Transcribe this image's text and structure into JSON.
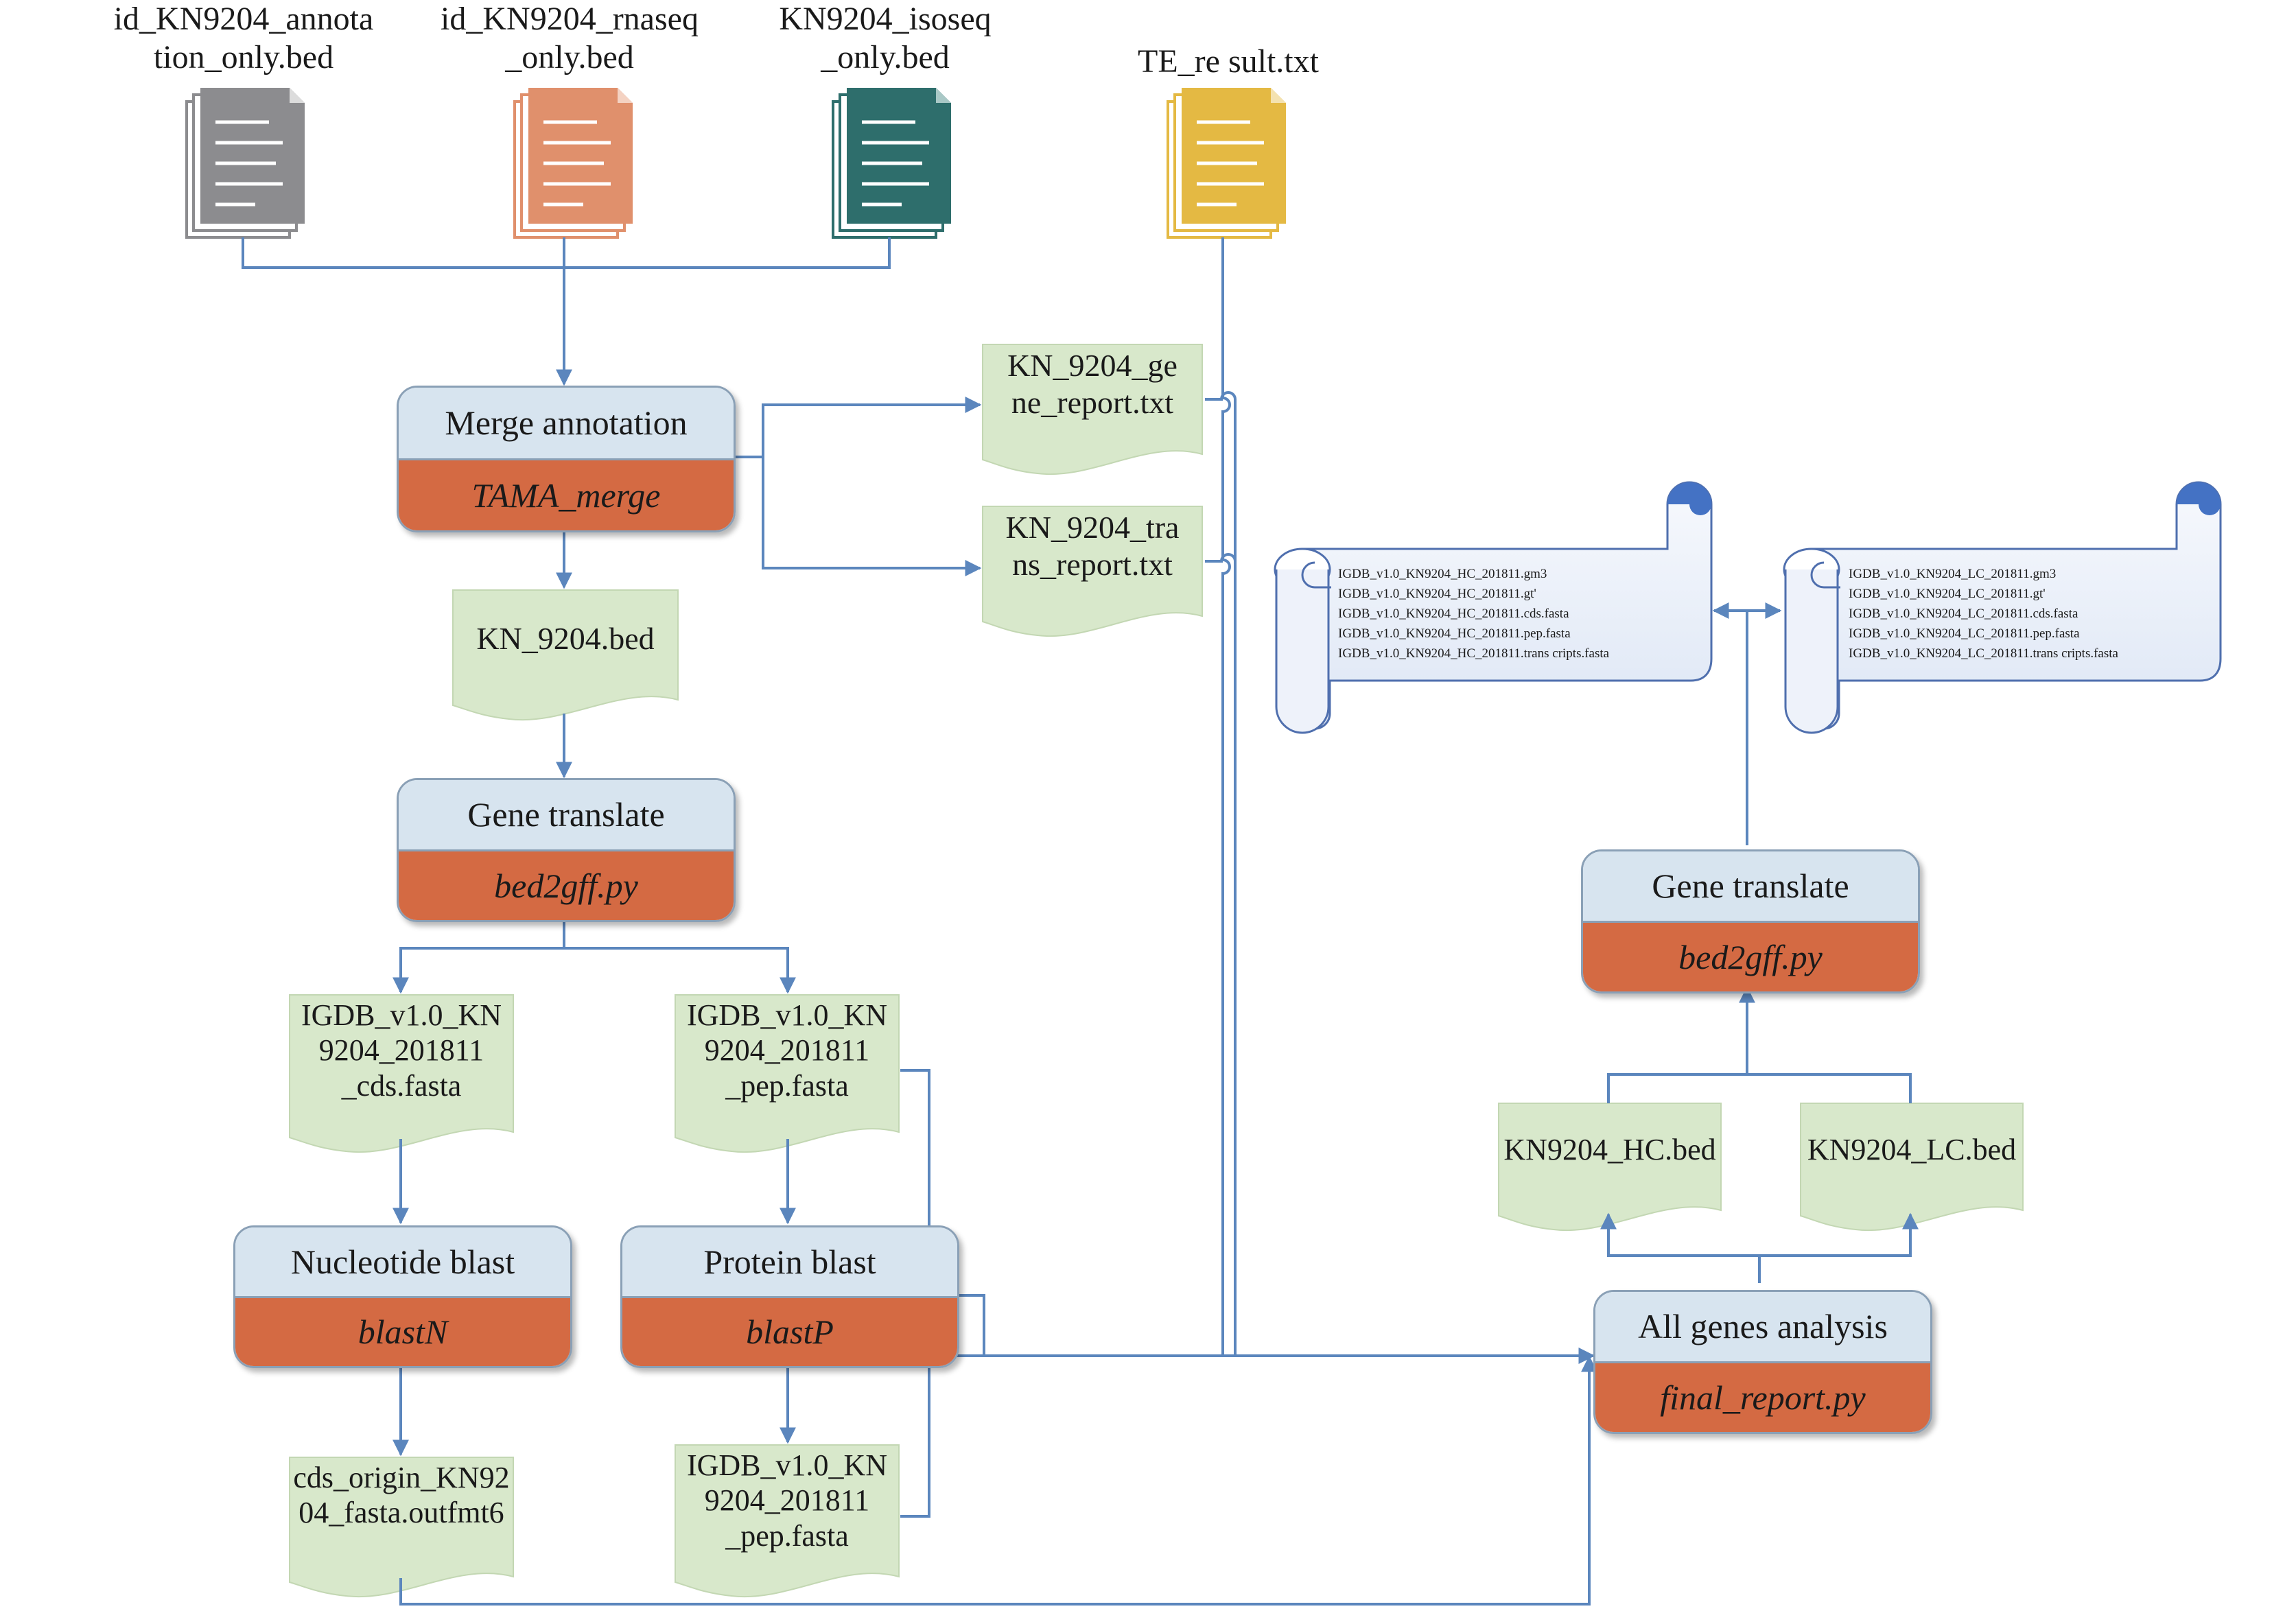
{
  "files": [
    {
      "id": "annotation",
      "label": [
        "id_KN9204_annota",
        "tion_only.bed"
      ],
      "color": "#8c8c8f"
    },
    {
      "id": "rnaseq",
      "label": [
        "id_KN9204_rnaseq",
        "_only.bed"
      ],
      "color": "#e0906c"
    },
    {
      "id": "isoseq",
      "label": [
        "KN9204_isoseq",
        "_only.bed"
      ],
      "color": "#2e6e6c"
    },
    {
      "id": "te",
      "label": [
        "TE_re sult.txt"
      ],
      "color": "#e4b943"
    }
  ],
  "processes": {
    "merge": {
      "title": "Merge annotation",
      "tool": "TAMA_merge"
    },
    "translate_left": {
      "title": "Gene translate",
      "tool": "bed2gff.py"
    },
    "nucleotide_blast": {
      "title": "Nucleotide blast",
      "tool": "blastN"
    },
    "protein_blast": {
      "title": "Protein blast",
      "tool": "blastP"
    },
    "all_genes": {
      "title": "All genes analysis",
      "tool": "final_report.py"
    },
    "translate_right": {
      "title": "Gene translate",
      "tool": "bed2gff.py"
    }
  },
  "documents": {
    "gene_report": [
      "KN_9204_ge",
      "ne_report.txt"
    ],
    "trans_report": [
      "KN_9204_tra",
      "ns_report.txt"
    ],
    "kn_bed": [
      "KN_9204.bed"
    ],
    "cds_fasta": [
      "IGDB_v1.0_KN",
      "9204_201811",
      "_cds.fasta"
    ],
    "pep_fasta": [
      "IGDB_v1.0_KN",
      "9204_201811",
      "_pep.fasta"
    ],
    "cds_origin": [
      "cds_origin_KN92",
      "04_fasta.outfmt6"
    ],
    "pep_fasta_2": [
      "IGDB_v1.0_KN",
      "9204_201811",
      "_pep.fasta"
    ],
    "hc_bed": [
      "KN9204_HC.bed"
    ],
    "lc_bed": [
      "KN9204_LC.bed"
    ]
  },
  "scrolls": {
    "hc": [
      "IGDB_v1.0_KN9204_HC_201811.gm3",
      "IGDB_v1.0_KN9204_HC_201811.gt'",
      "IGDB_v1.0_KN9204_HC_201811.cds.fasta",
      "IGDB_v1.0_KN9204_HC_201811.pep.fasta",
      "IGDB_v1.0_KN9204_HC_201811.trans cripts.fasta"
    ],
    "lc": [
      "IGDB_v1.0_KN9204_LC_201811.gm3",
      "IGDB_v1.0_KN9204_LC_201811.gt'",
      "IGDB_v1.0_KN9204_LC_201811.cds.fasta",
      "IGDB_v1.0_KN9204_LC_201811.pep.fasta",
      "IGDB_v1.0_KN9204_LC_201811.trans cripts.fasta"
    ]
  },
  "colors": {
    "connector": "#5b86bd",
    "doc_fill": "#d8e8cb",
    "process_header": "#d7e4ef",
    "process_tool": "#d46a43",
    "scroll_fill": "#ffffff",
    "scroll_curl": "#4472c4"
  }
}
